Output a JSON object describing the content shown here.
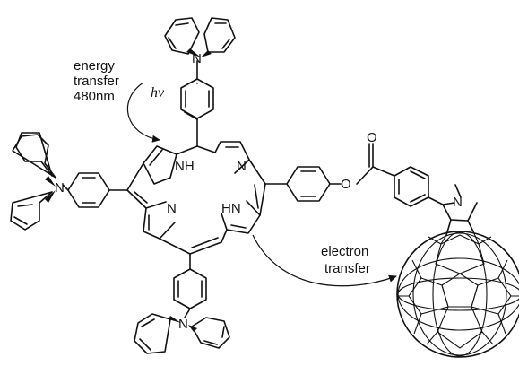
{
  "labels": {
    "energy_transfer": [
      "energy",
      "transfer",
      "480nm"
    ],
    "hv": "hν",
    "electron_transfer": [
      "electron",
      "transfer"
    ]
  },
  "atoms": {
    "nh_top": "NH",
    "n_right": "N",
    "n_bottom_left": "N",
    "hn_bottom": "HN",
    "n_amine_top": "N",
    "n_amine_left": "N",
    "n_amine_bottom": "N",
    "ester_o_carbonyl": "O",
    "ester_o_link": "O",
    "pyrrolidine_n": "N"
  },
  "colors": {
    "ink": "#111111",
    "background": "#ffffff"
  }
}
